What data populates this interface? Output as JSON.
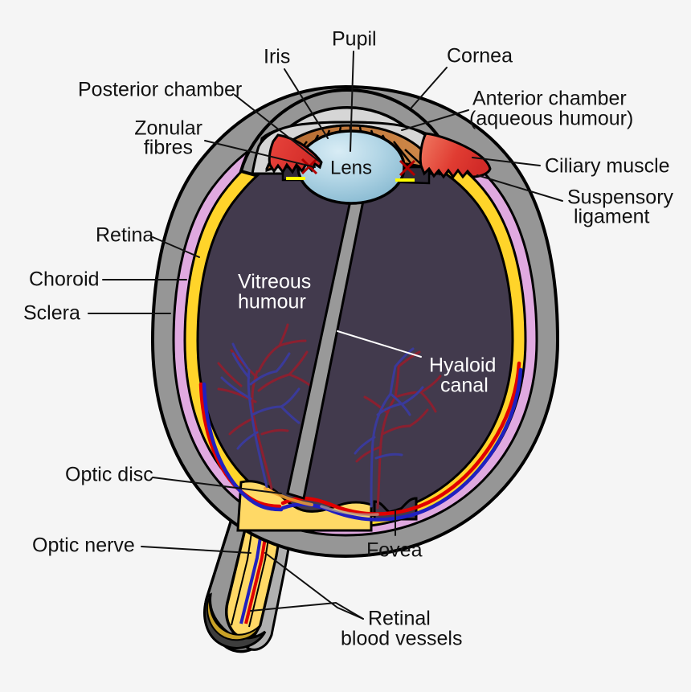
{
  "diagram": {
    "title": "Schematic diagram of the human eye",
    "background_color": "#f5f5f5"
  },
  "labels": {
    "iris": "Iris",
    "pupil": "Pupil",
    "cornea": "Cornea",
    "posterior_chamber": "Posterior chamber",
    "zonular_fibres_line1": "Zonular",
    "zonular_fibres_line2": "fibres",
    "anterior_chamber_line1": "Anterior chamber",
    "anterior_chamber_line2": "(aqueous humour)",
    "ciliary_muscle": "Ciliary muscle",
    "suspensory_ligament_line1": "Suspensory",
    "suspensory_ligament_line2": "ligament",
    "retina": "Retina",
    "choroid": "Choroid",
    "sclera": "Sclera",
    "lens": "Lens",
    "vitreous_humour_line1": "Vitreous",
    "vitreous_humour_line2": "humour",
    "hyaloid_canal_line1": "Hyaloid",
    "hyaloid_canal_line2": "canal",
    "optic_disc": "Optic disc",
    "optic_nerve": "Optic nerve",
    "fovea": "Fovea",
    "retinal_blood_vessels_line1": "Retinal",
    "retinal_blood_vessels_line2": "blood vessels"
  },
  "colors": {
    "background": "#f5f5f5",
    "sclera": "#969696",
    "sclera_dark": "#4d4d4d",
    "choroid": "#e0a9e0",
    "retina": "#ffd42a",
    "vitreous_humour": "#423a4d",
    "lens": "#a8cde0",
    "lens_highlight": "#cfe5f0",
    "iris": "#c87137",
    "iris_dark": "#a85c28",
    "anterior_chamber": "#d6d6d6",
    "ciliary_muscle": "#e03030",
    "ciliary_muscle_light": "#f06050",
    "hyaloid_canal": "#999999",
    "artery": "#e00000",
    "vein": "#2020c0",
    "vessel_red": "#8b2030",
    "vessel_blue": "#3a3a9a",
    "zonular_fibre": "#ffff00",
    "outline": "#000000",
    "text": "#111111",
    "text_white": "#ffffff"
  }
}
